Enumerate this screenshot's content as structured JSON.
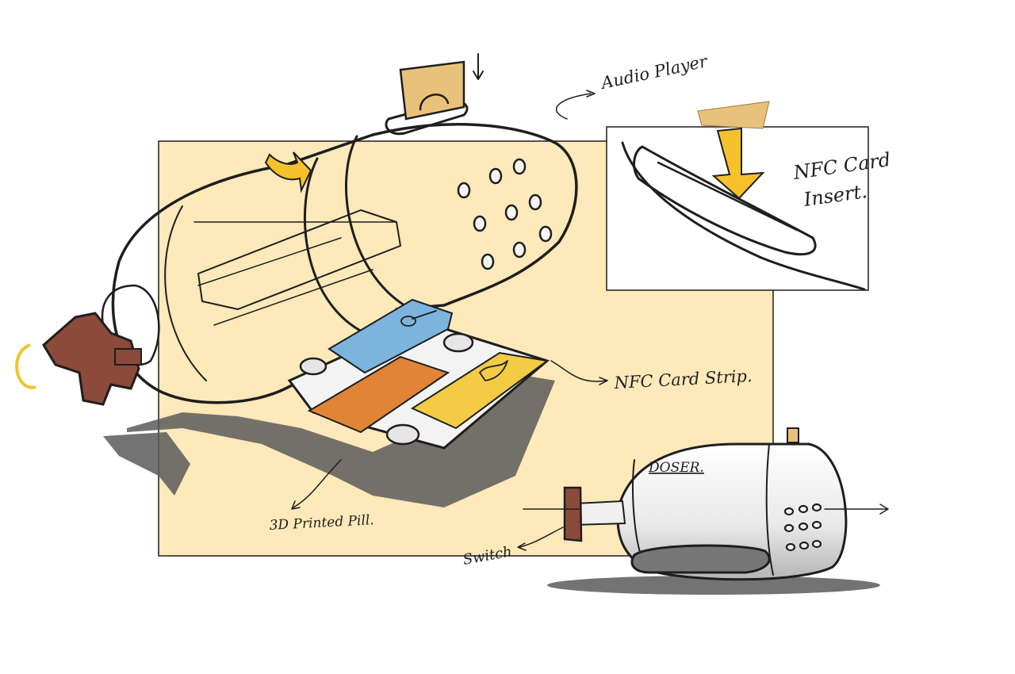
{
  "labels": {
    "audio_player": "Audio Player",
    "nfc_card_insert_line1": "NFC Card",
    "nfc_card_insert_line2": "Insert.",
    "nfc_card_strip": "NFC Card Strip.",
    "printed_pill": "3D Printed Pill.",
    "switch": "Switch",
    "doser": "DOSER."
  },
  "colors": {
    "paper_background": "#fde9b9",
    "accent_yellow": "#f6c22c",
    "strip_blue": "#7bb4dd",
    "strip_orange": "#e08536",
    "strip_yellow": "#f3cb45",
    "knob_brown": "#8b4a3a",
    "card_tan": "#e8c27a",
    "shadow_gray": "#5b5b5b"
  },
  "icons": {
    "strip_blue_section": "violin-icon",
    "strip_yellow_section": "dove-icon"
  }
}
